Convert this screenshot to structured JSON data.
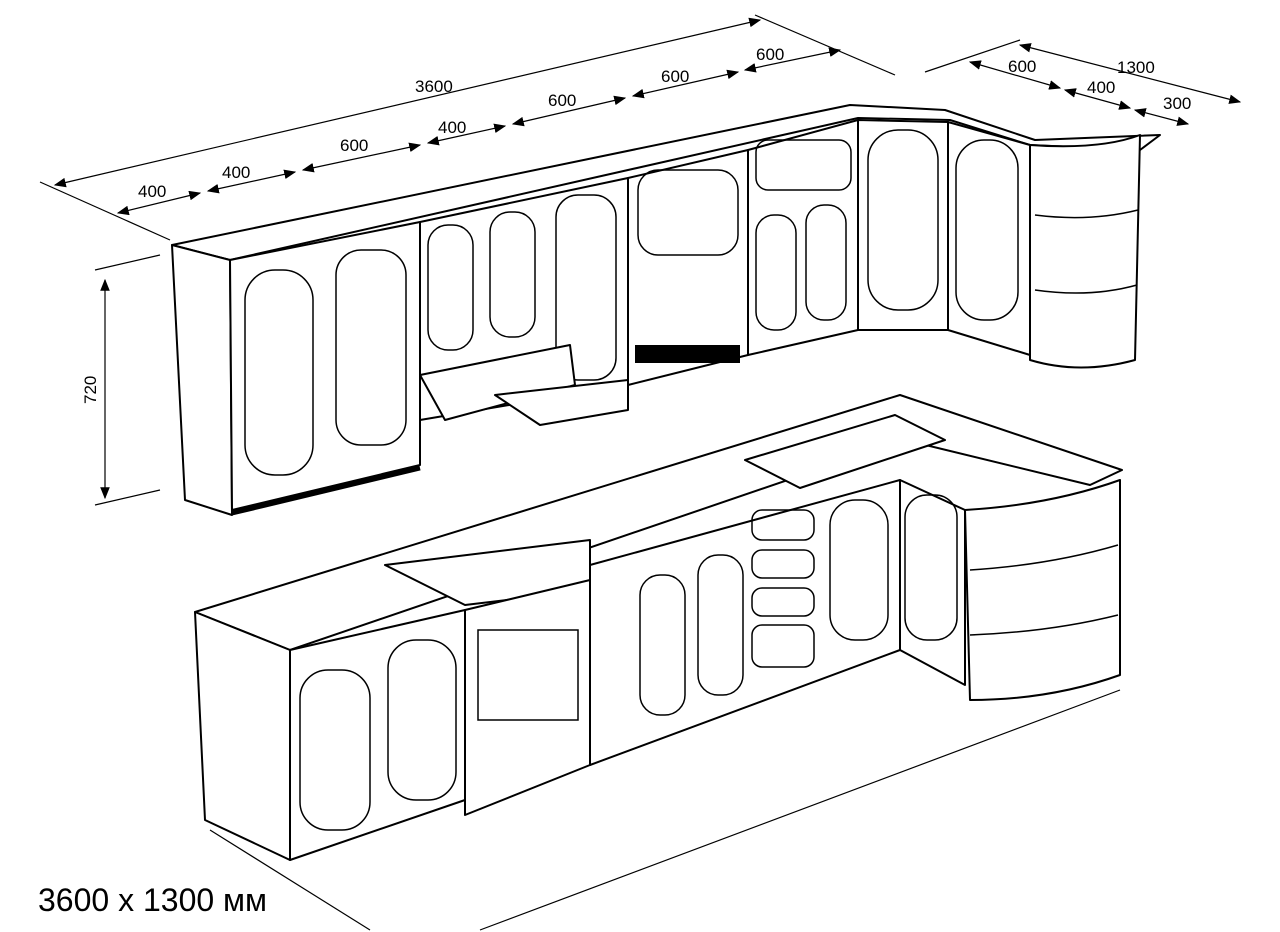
{
  "title": "3600 x 1300 мм",
  "dimensions": {
    "total_length": "3600",
    "total_depth": "1300",
    "height": "720",
    "upper_segments": [
      "400",
      "400",
      "600",
      "400",
      "600",
      "600",
      "600"
    ],
    "side_segments": [
      "600",
      "400",
      "300"
    ]
  },
  "colors": {
    "line": "#000000",
    "background": "#ffffff"
  }
}
